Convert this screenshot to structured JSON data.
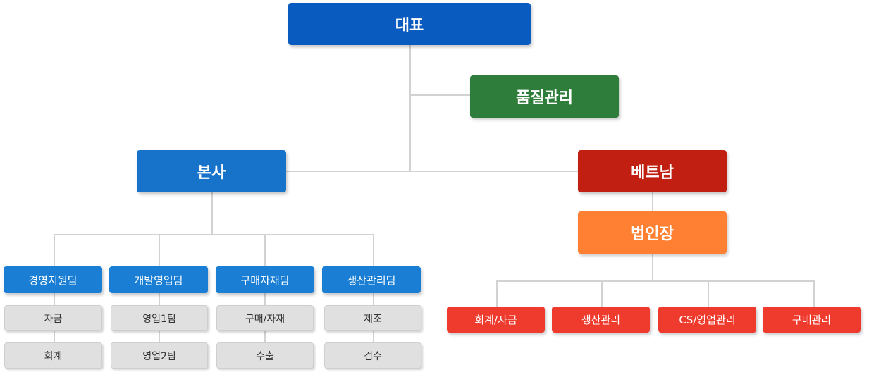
{
  "ceo": "대표",
  "quality": "품질관리",
  "hq": {
    "label": "본사",
    "teams": [
      {
        "label": "경영지원팀",
        "subs": [
          "자금",
          "회계"
        ]
      },
      {
        "label": "개발영업팀",
        "subs": [
          "영업1팀",
          "영업2팀"
        ]
      },
      {
        "label": "구매자재팀",
        "subs": [
          "구매/자재",
          "수출"
        ]
      },
      {
        "label": "생산관리팀",
        "subs": [
          "제조",
          "검수"
        ]
      }
    ]
  },
  "vietnam": {
    "label": "베트남",
    "factory": "법인장",
    "depts": [
      "회계/자금",
      "생산관리",
      "CS/영업관리",
      "구매관리"
    ]
  },
  "colors": {
    "ceo": "#0a5bbf",
    "quality": "#2f7d3a",
    "hq": "#1673c9",
    "vietnam": "#c01f12",
    "factory": "#ff8033",
    "team": "#1a7fd4",
    "vietnam_dept": "#ef3a2e",
    "sub": "#e0e0e0",
    "connector": "#d2d2d2"
  }
}
